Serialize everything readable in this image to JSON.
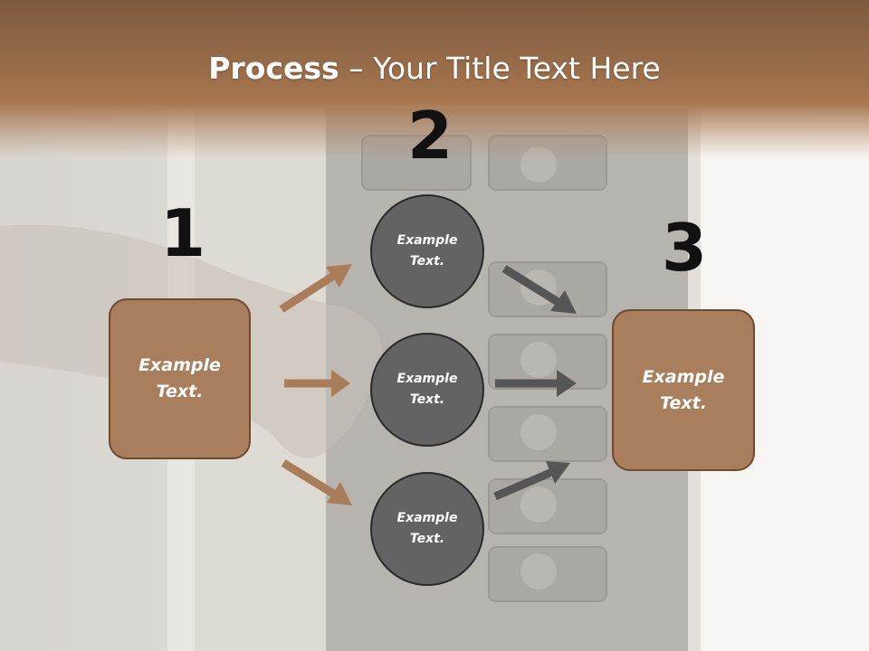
{
  "title": {
    "bold": "Process",
    "rest": " – Your Title Text Here"
  },
  "steps": [
    {
      "number": "1",
      "text": "Example\nText."
    },
    {
      "number": "2"
    },
    {
      "number": "3",
      "text": "Example\nText."
    }
  ],
  "circles": [
    {
      "text": "Example\nText."
    },
    {
      "text": "Example\nText."
    },
    {
      "text": "Example\nText."
    }
  ],
  "colors": {
    "box_fill": "#a97e5c",
    "box_border": "#6e4a30",
    "circle_fill": "#636363",
    "left_arrow": "#a97c5a",
    "right_arrow": "#555555",
    "header_band": "#9a6b47"
  }
}
